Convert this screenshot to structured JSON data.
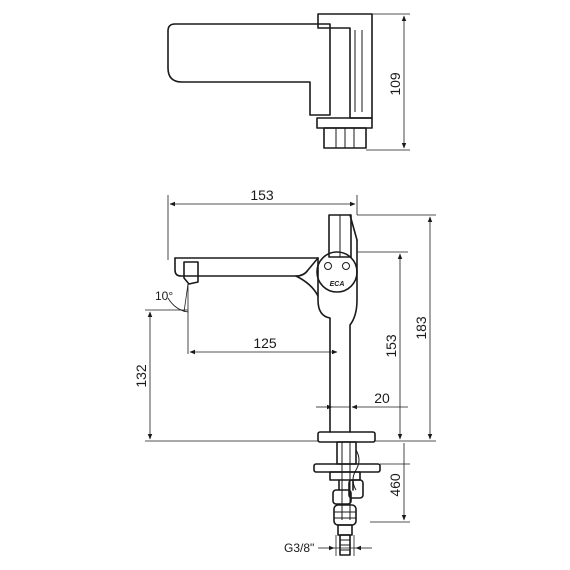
{
  "dimensions": {
    "top_height": "109",
    "spout_length": "153",
    "spout_angle": "10°",
    "reach": "125",
    "spout_height": "132",
    "body_height": "153",
    "total_height": "183",
    "body_width": "20",
    "shank_length": "460",
    "thread": "G3/8\""
  },
  "logo": "ECA"
}
